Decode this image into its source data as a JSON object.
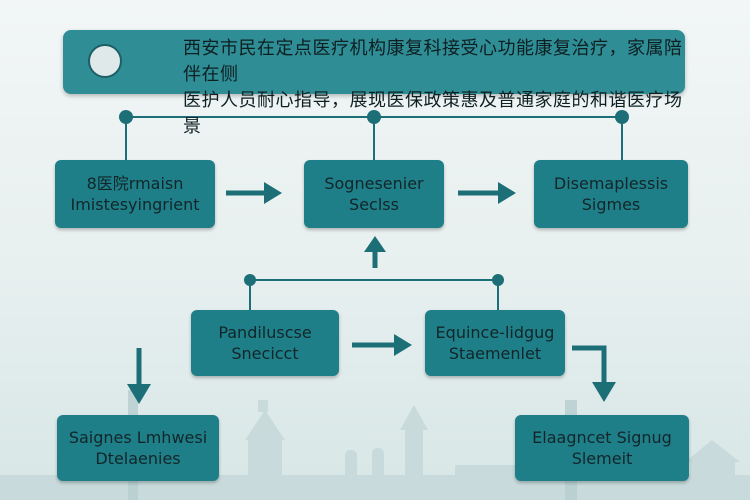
{
  "banner": {
    "line1": "西安市民在定点医疗机构康复科接受心功能康复治疗，家属陪伴在侧",
    "line2": "医护人员耐心指导，展现医保政策惠及普通家庭的和谐医疗场景"
  },
  "nodes": {
    "n1": {
      "line1": "8医院rmaisn",
      "line2": "Imistesyingrient"
    },
    "n2": {
      "line1": "Sognesenier",
      "line2": "Seclss"
    },
    "n3": {
      "line1": "Disemaplessis",
      "line2": "Sigmes"
    },
    "n4": {
      "line1": "Pandiluscse",
      "line2": "Snecicct"
    },
    "n5": {
      "line1": "Equince-lidgug",
      "line2": "Staemenlet"
    },
    "n6": {
      "line1": "Saignes Lmhwesi",
      "line2": "Dtelaenies"
    },
    "n7": {
      "line1": "Elaagncet Signug",
      "line2": "Slemeit"
    }
  },
  "colors": {
    "node_fill": "#1f7f88",
    "banner_fill": "#2e8d95",
    "connector": "#1d6f77",
    "background": "#eaf1f1"
  }
}
